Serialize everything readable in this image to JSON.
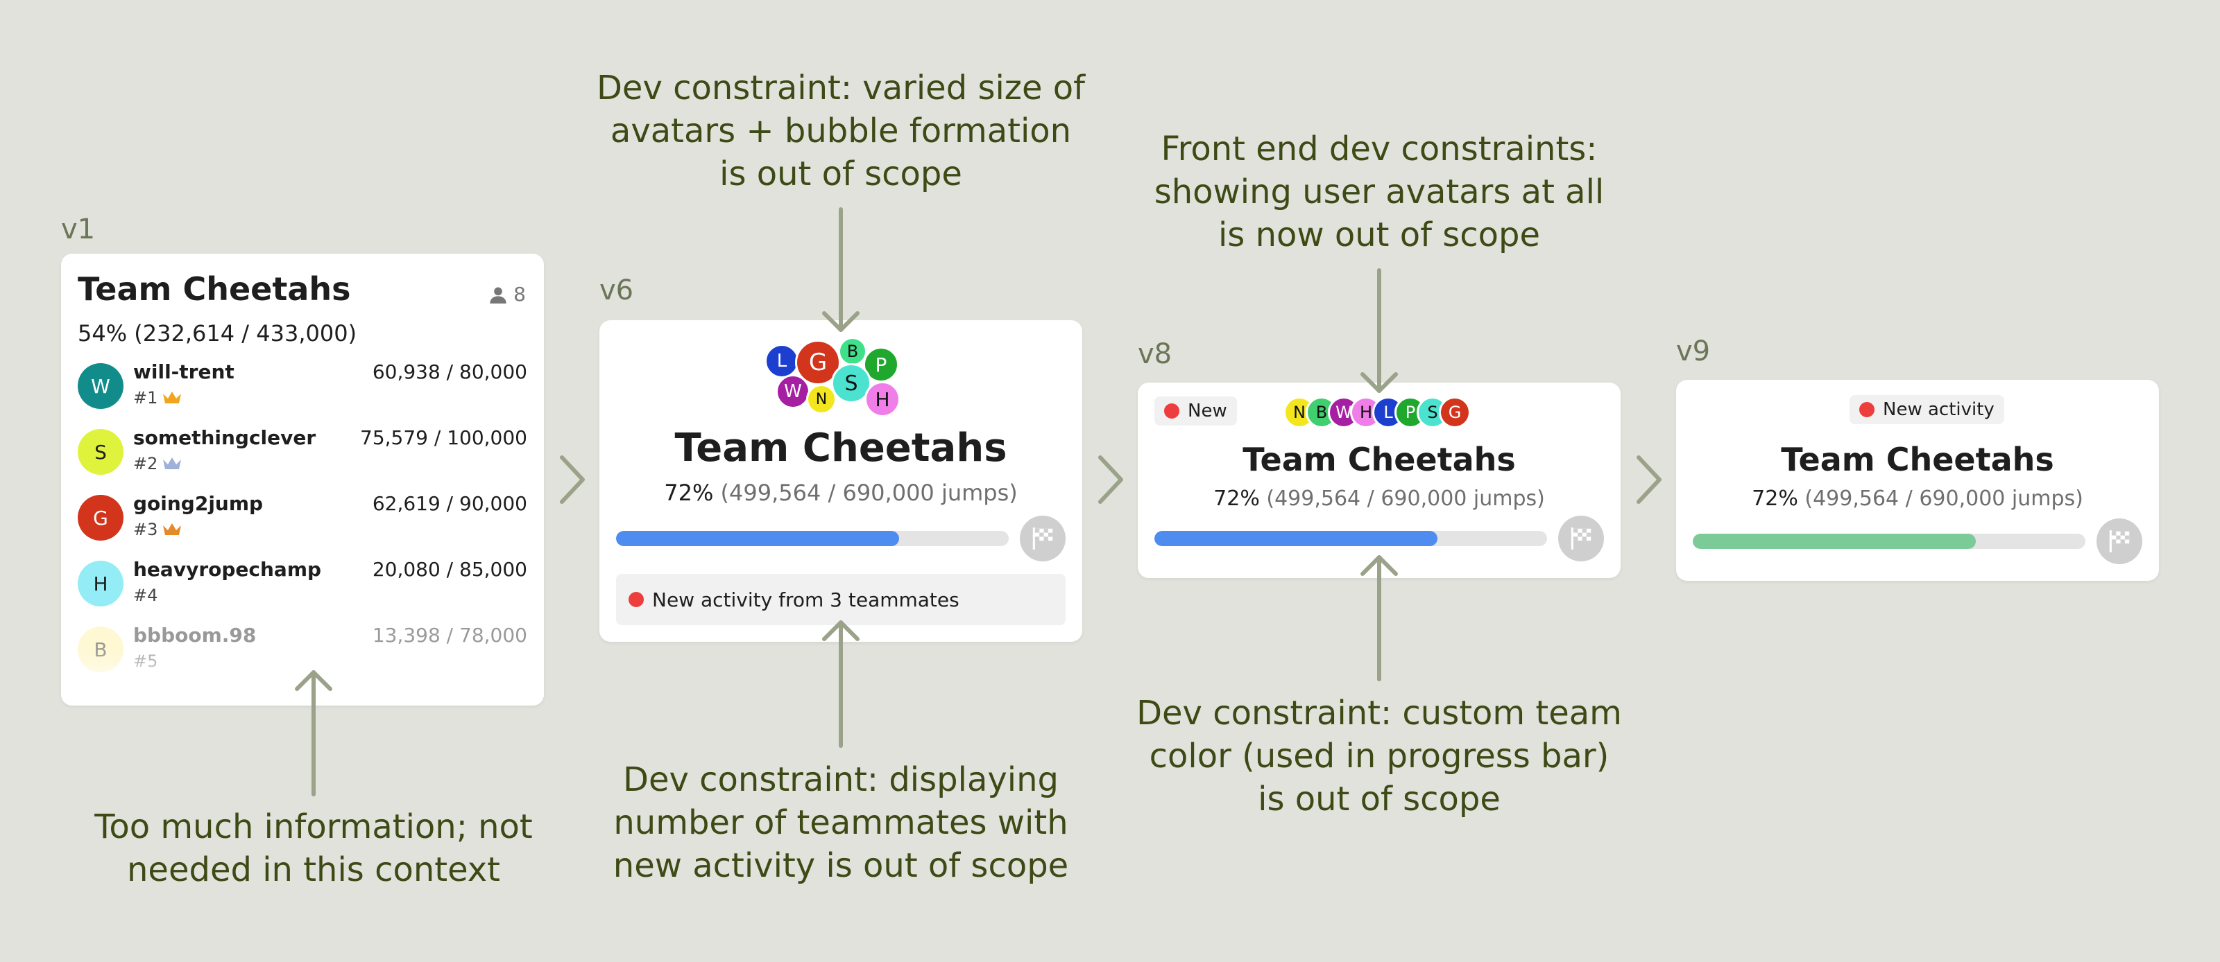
{
  "colors": {
    "background": "#e1e2dc",
    "annotation": "#3d4a15",
    "progress_blue": "#4e8cf0",
    "progress_green": "#7acb98",
    "new_dot": "#ee3d3d"
  },
  "v1": {
    "version": "v1",
    "title": "Team Cheetahs",
    "member_count": "8",
    "progress": "54% (232,614 / 433,000)",
    "members": [
      {
        "initial": "W",
        "name": "will-trent",
        "rank": "#1",
        "score": "60,938 / 80,000",
        "color": "#128c8a",
        "text_color": "#ffffff",
        "crown": "crown-gold-icon"
      },
      {
        "initial": "S",
        "name": "somethingclever",
        "rank": "#2",
        "score": "75,579 / 100,000",
        "color": "#dff33c",
        "text_color": "#1e1e1e",
        "crown": "crown-silver-icon"
      },
      {
        "initial": "G",
        "name": "going2jump",
        "rank": "#3",
        "score": "62,619 / 90,000",
        "color": "#d2341c",
        "text_color": "#ffffff",
        "crown": "crown-bronze-icon"
      },
      {
        "initial": "H",
        "name": "heavyropechamp",
        "rank": "#4",
        "score": "20,080 / 85,000",
        "color": "#93ecf6",
        "text_color": "#1e1e1e",
        "crown": ""
      },
      {
        "initial": "B",
        "name": "bbboom.98",
        "rank": "#5",
        "score": "13,398 / 78,000",
        "color": "#fff0a0",
        "text_color": "#1e1e1e",
        "crown": ""
      }
    ]
  },
  "v6": {
    "version": "v6",
    "title": "Team Cheetahs",
    "pct": "72%",
    "detail": "(499,564 / 690,000 jumps)",
    "progress": 0.72,
    "activity": "New activity from 3 teammates",
    "avatars": [
      {
        "letter": "L",
        "color": "#1c3fcf"
      },
      {
        "letter": "G",
        "color": "#d2341c"
      },
      {
        "letter": "B",
        "color": "#3fe08a"
      },
      {
        "letter": "P",
        "color": "#1fa82d"
      },
      {
        "letter": "W",
        "color": "#a61fa2"
      },
      {
        "letter": "S",
        "color": "#4be3cf"
      },
      {
        "letter": "N",
        "color": "#f4e61e"
      },
      {
        "letter": "H",
        "color": "#f07ee8"
      }
    ]
  },
  "v8": {
    "version": "v8",
    "new_label": "New",
    "title": "Team Cheetahs",
    "pct": "72%",
    "detail": "(499,564 / 690,000 jumps)",
    "progress": 0.72,
    "avatars": [
      {
        "letter": "N",
        "color": "#f4e61e"
      },
      {
        "letter": "B",
        "color": "#3fcf6e"
      },
      {
        "letter": "W",
        "color": "#a61fa2"
      },
      {
        "letter": "H",
        "color": "#f07ee8"
      },
      {
        "letter": "L",
        "color": "#1c3fcf"
      },
      {
        "letter": "P",
        "color": "#1fa82d"
      },
      {
        "letter": "S",
        "color": "#4be3cf"
      },
      {
        "letter": "G",
        "color": "#d2341c"
      }
    ]
  },
  "v9": {
    "version": "v9",
    "new_label": "New activity",
    "title": "Team Cheetahs",
    "pct": "72%",
    "detail": "(499,564 / 690,000 jumps)",
    "progress": 0.72
  },
  "annotations": {
    "v1": "Too much information; not\nneeded in this context",
    "avatars": "Dev constraint: varied size of\navatars + bubble formation\nis out of scope",
    "activity": "Dev constraint: displaying\nnumber of teammates with\nnew activity is out of scope",
    "front_end": "Front end dev constraints:\nshowing user avatars at all\nis now out of scope",
    "color": "Dev constraint: custom team\ncolor (used in progress bar)\nis out of scope"
  }
}
